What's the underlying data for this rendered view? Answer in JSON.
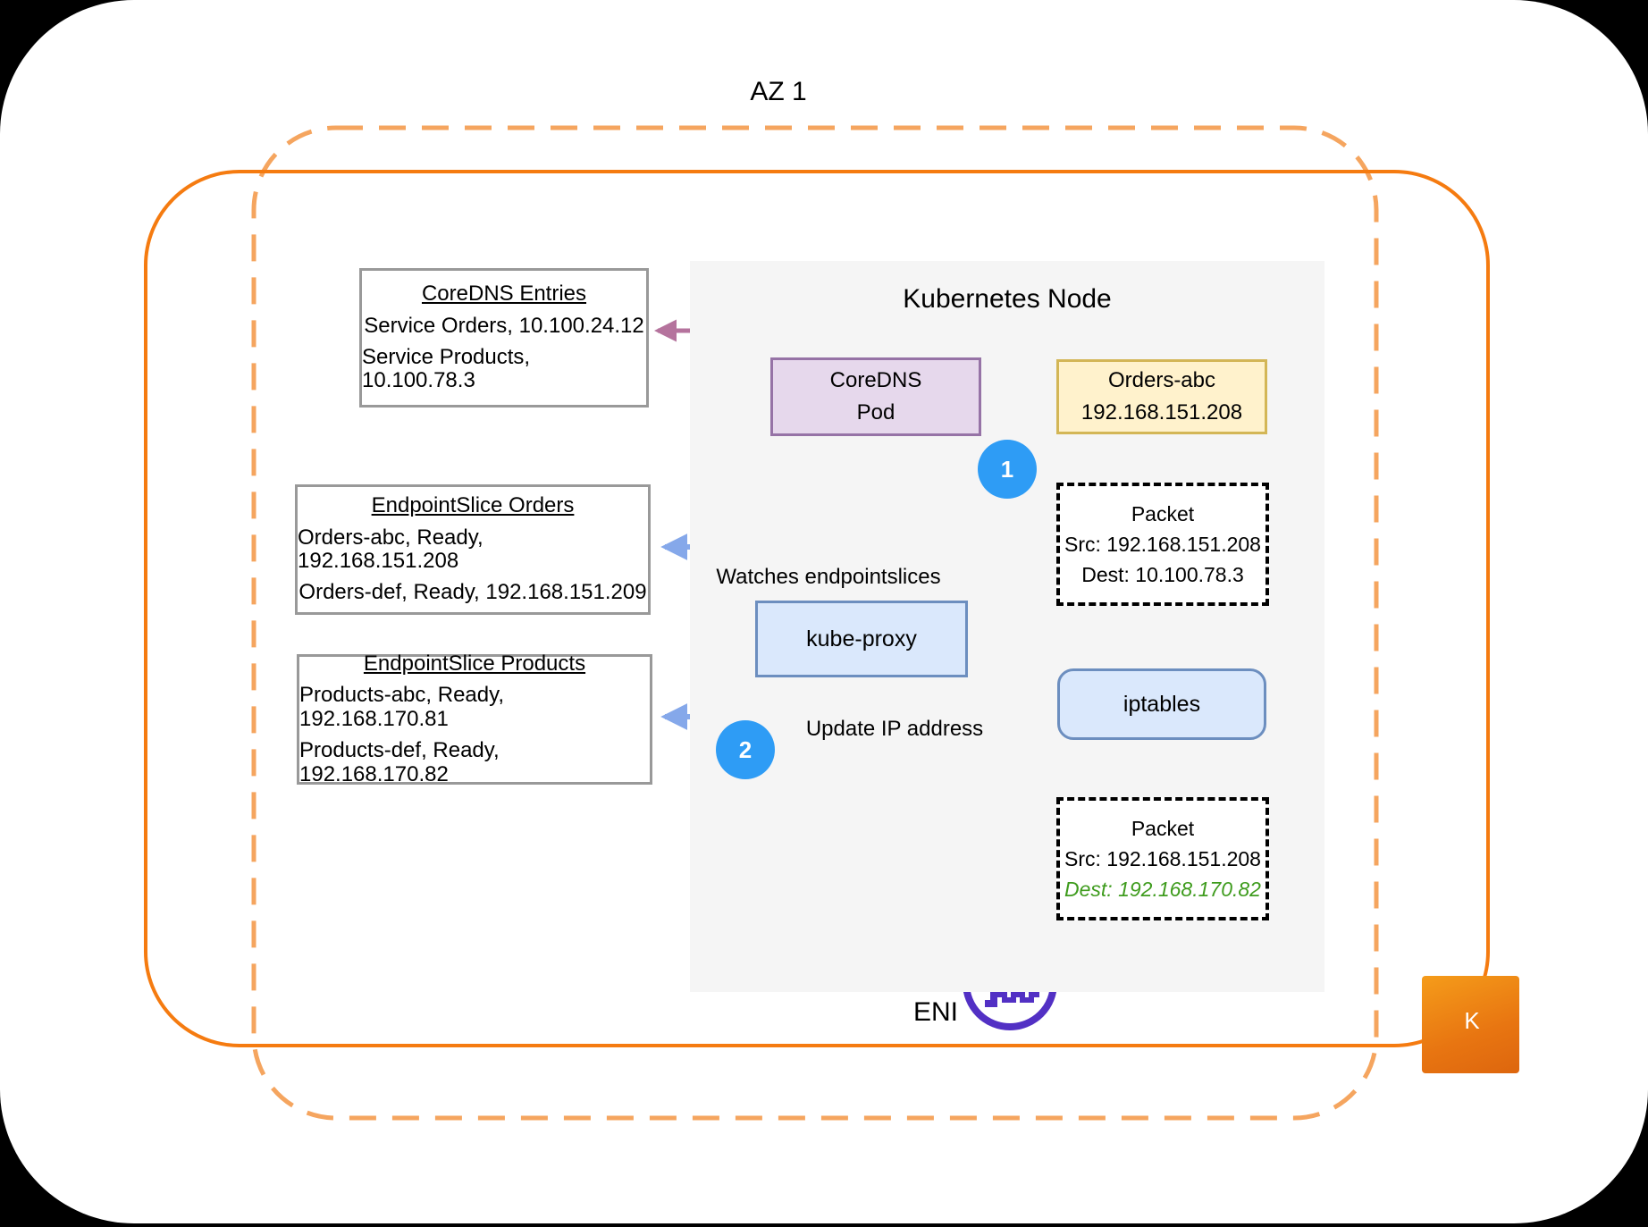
{
  "diagram": {
    "az_label": "AZ 1",
    "node_title": "Kubernetes Node",
    "coredns_entries": {
      "title": "CoreDNS Entries",
      "line1": "Service Orders, 10.100.24.12",
      "line2": "Service Products, 10.100.78.3"
    },
    "endpointslice_orders": {
      "title": "EndpointSlice Orders",
      "line1": "Orders-abc, Ready, 192.168.151.208",
      "line2": "Orders-def, Ready, 192.168.151.209"
    },
    "endpointslice_products": {
      "title": "EndpointSlice Products",
      "line1": "Products-abc, Ready, 192.168.170.81",
      "line2": "Products-def, Ready, 192.168.170.82"
    },
    "coredns_pod": {
      "line1": "CoreDNS",
      "line2": "Pod"
    },
    "orders_abc": {
      "line1": "Orders-abc",
      "line2": "192.168.151.208"
    },
    "packet1": {
      "title": "Packet",
      "src": "Src: 192.168.151.208",
      "dest": "Dest: 10.100.78.3"
    },
    "kube_proxy": {
      "label": "kube-proxy"
    },
    "iptables": {
      "label": "iptables"
    },
    "packet2": {
      "title": "Packet",
      "src": "Src: 192.168.151.208",
      "dest": "Dest: 192.168.170.82"
    },
    "watches_label": "Watches endpointslices",
    "update_label": "Update IP address",
    "step1": "1",
    "step2": "2",
    "eni_label": "ENI",
    "eks_letter": "K"
  },
  "colors": {
    "az_dashed_orange": "#f5a55f",
    "subnet_solid_orange": "#f57b10",
    "node_background": "#f5f5f5",
    "purple_box_fill": "#e6d8ec",
    "purple_box_border": "#9673a6",
    "pink_arrow": "#b5739d",
    "yellow_box_fill": "#fff2cc",
    "yellow_box_border": "#d3b656",
    "olive_arrow": "#9c9d00",
    "blue_box_fill": "#dae8fc",
    "blue_box_border": "#6c8ebf",
    "blue_arrow": "#85a8ea",
    "step_circle_blue": "#2e9cf5",
    "dest_green": "#3f9c1e",
    "eni_purple": "#5230c4",
    "eks_orange": "#e87511"
  }
}
